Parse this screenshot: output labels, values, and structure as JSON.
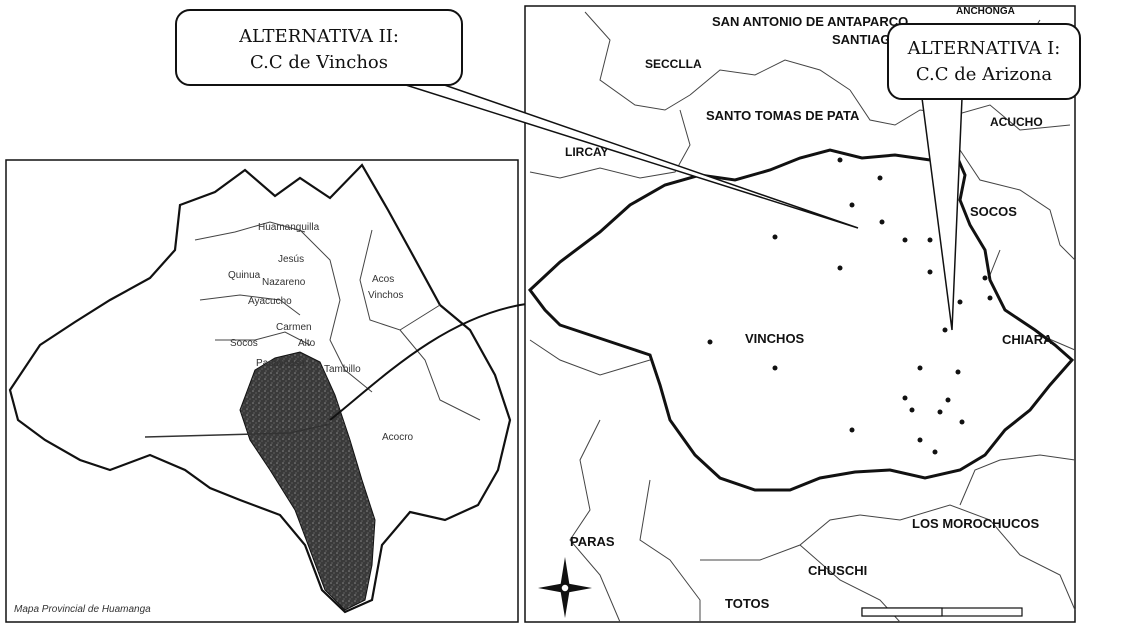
{
  "callouts": {
    "alt2": {
      "line1": "ALTERNATIVA II:",
      "line2": "C.C de Vinchos"
    },
    "alt1": {
      "line1": "ALTERNATIVA I:",
      "line2": "C.C de Arizona"
    }
  },
  "left_map": {
    "caption": "Mapa Provincial de Huamanga",
    "labels": {
      "top": "Huamanguilla",
      "acos_vinchos_1": "Acos",
      "acos_vinchos_2": "Vinchos",
      "jesus_1": "Jesús",
      "jesus_2": "Nazareno",
      "ayacucho": "Ayacucho",
      "socos": "Socos",
      "carmen_1": "Carmen",
      "carmen_2": "Alto",
      "pacaycasa": "Pacaycasa",
      "quinua": "Quinua",
      "tambillo": "Tambillo",
      "acocro": "Acocro"
    }
  },
  "right_map": {
    "districts": {
      "san_antonio": "SAN ANTONIO DE ANTAPARCO",
      "santiago": "SANTIAGO",
      "secclla": "SECCLLA",
      "santo_tomas": "SANTO TOMAS DE PATA",
      "acucho": "ACUCHO",
      "lircay": "LIRCAY",
      "socos": "SOCOS",
      "vinchos": "VINCHOS",
      "chiara": "CHIARA",
      "paras": "PARAS",
      "los_morochucos": "LOS MOROCHUCOS",
      "chuschi": "CHUSCHI",
      "totos": "TOTOS",
      "top_corner": "ANCHONGA"
    }
  },
  "colors": {
    "outline": "#111111",
    "boundary": "#222222",
    "text": "#111111",
    "shade": "#2a2a2a"
  }
}
